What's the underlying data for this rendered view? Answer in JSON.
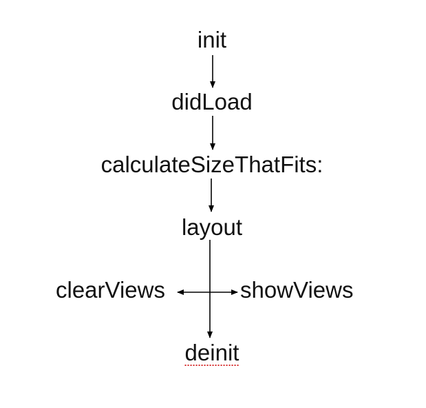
{
  "nodes": {
    "init": "init",
    "didLoad": "didLoad",
    "calculateSizeThatFits": "calculateSizeThatFits:",
    "layout": "layout",
    "clearViews": "clearViews",
    "showViews": "showViews",
    "deinit": "deinit"
  },
  "edges": [
    {
      "from": "init",
      "to": "didLoad"
    },
    {
      "from": "didLoad",
      "to": "calculateSizeThatFits"
    },
    {
      "from": "calculateSizeThatFits",
      "to": "layout"
    },
    {
      "from": "layout",
      "to": "clearViews"
    },
    {
      "from": "layout",
      "to": "showViews"
    },
    {
      "from": "layout",
      "to": "deinit"
    }
  ],
  "colors": {
    "text": "#111111",
    "arrow": "#000000",
    "spellcheck_underline": "#d62b2b"
  }
}
